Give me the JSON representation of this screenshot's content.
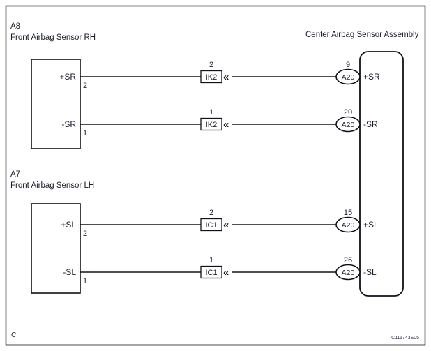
{
  "figure": {
    "corner_mark": "C",
    "figure_code": "C111743E05"
  },
  "left_blocks": [
    {
      "code": "A8",
      "name": "Front Airbag Sensor RH",
      "terminals": [
        {
          "label": "+SR",
          "pin": "2"
        },
        {
          "label": "-SR",
          "pin": "1"
        }
      ]
    },
    {
      "code": "A7",
      "name": "Front Airbag Sensor LH",
      "terminals": [
        {
          "label": "+SL",
          "pin": "2"
        },
        {
          "label": "-SL",
          "pin": "1"
        }
      ]
    }
  ],
  "ecu": {
    "title": "Center Airbag Sensor Assembly",
    "terminals": [
      {
        "connector": "A20",
        "pin": "9",
        "label": "+SR"
      },
      {
        "connector": "A20",
        "pin": "20",
        "label": "-SR"
      },
      {
        "connector": "A20",
        "pin": "15",
        "label": "+SL"
      },
      {
        "connector": "A20",
        "pin": "26",
        "label": "-SL"
      }
    ]
  },
  "junctions": [
    {
      "name": "IK2",
      "pin": "2"
    },
    {
      "name": "IK2",
      "pin": "1"
    },
    {
      "name": "IC1",
      "pin": "2"
    },
    {
      "name": "IC1",
      "pin": "1"
    }
  ],
  "icons": {
    "chevron": "«"
  }
}
